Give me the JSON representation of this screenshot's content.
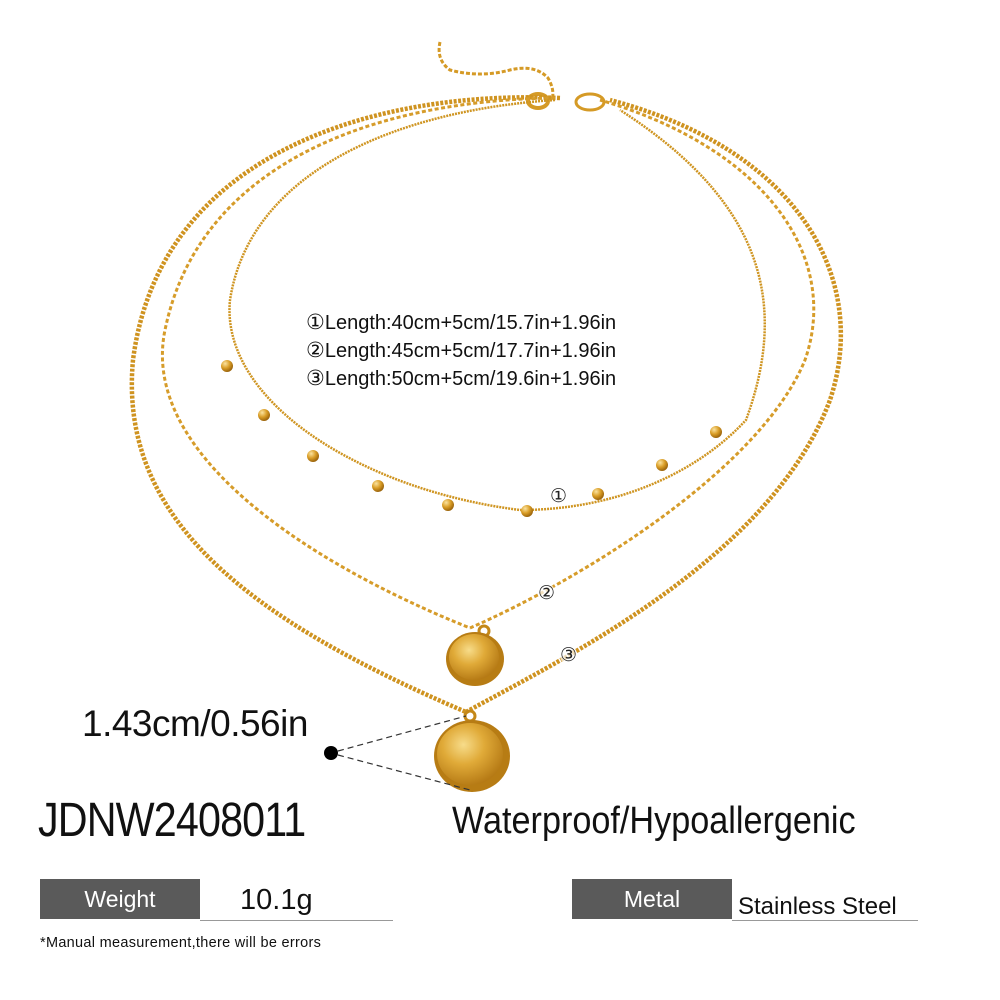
{
  "product": {
    "sku": "JDNW2408011",
    "feature_text": "Waterproof/Hypoallergenic",
    "material_color": "#d9a227"
  },
  "lengths": [
    {
      "marker": "①",
      "text": "Length:40cm+5cm/15.7in+1.96in"
    },
    {
      "marker": "②",
      "text": "Length:45cm+5cm/17.7in+1.96in"
    },
    {
      "marker": "③",
      "text": "Length:50cm+5cm/19.6in+1.96in"
    }
  ],
  "strand_markers": [
    "①",
    "②",
    "③"
  ],
  "pendant_size": "1.43cm/0.56in",
  "specs": {
    "weight": {
      "label": "Weight",
      "value": "10.1g"
    },
    "metal": {
      "label": "Metal",
      "value": "Stainless Steel"
    }
  },
  "disclaimer": "*Manual measurement,there will be errors",
  "colors": {
    "spec_label_bg": "#5a5a5a",
    "spec_label_text": "#ffffff",
    "gold_dark": "#b97d14",
    "gold": "#d9a227",
    "gold_light": "#f3cf6a"
  }
}
